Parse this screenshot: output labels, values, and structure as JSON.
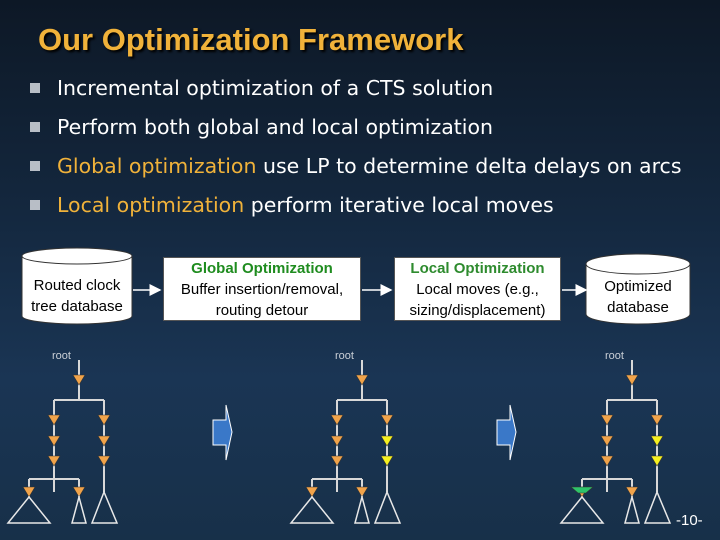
{
  "title": "Our Optimization Framework",
  "bullets": [
    {
      "highlight": "",
      "text": "Incremental optimization of a CTS solution"
    },
    {
      "highlight": "",
      "text": "Perform both global and local optimization"
    },
    {
      "highlight": "Global optimization",
      "text": " use LP to determine delta delays on arcs"
    },
    {
      "highlight": "Local optimization",
      "text": " perform iterative local moves"
    }
  ],
  "flow": {
    "input": {
      "line1": "Routed clock",
      "line2": "tree database"
    },
    "global": {
      "head": "Global Optimization",
      "line1": "Buffer insertion/removal,",
      "line2": "routing detour"
    },
    "local": {
      "head": "Local Optimization",
      "line1": "Local moves (e.g.,",
      "line2": "sizing/displacement)"
    },
    "output": {
      "line1": "Optimized",
      "line2": "database"
    }
  },
  "trees": [
    {
      "root_label": "root",
      "state": "original"
    },
    {
      "root_label": "root",
      "state": "after-global"
    },
    {
      "root_label": "root",
      "state": "after-local"
    }
  ],
  "colors": {
    "title": "#f0b23a",
    "buffer": "#f0a34a",
    "modified_buffer": "#f5f020",
    "moved_buffer": "#2ec46a",
    "arrow": "#3a78c8"
  },
  "page_number": "-10-"
}
